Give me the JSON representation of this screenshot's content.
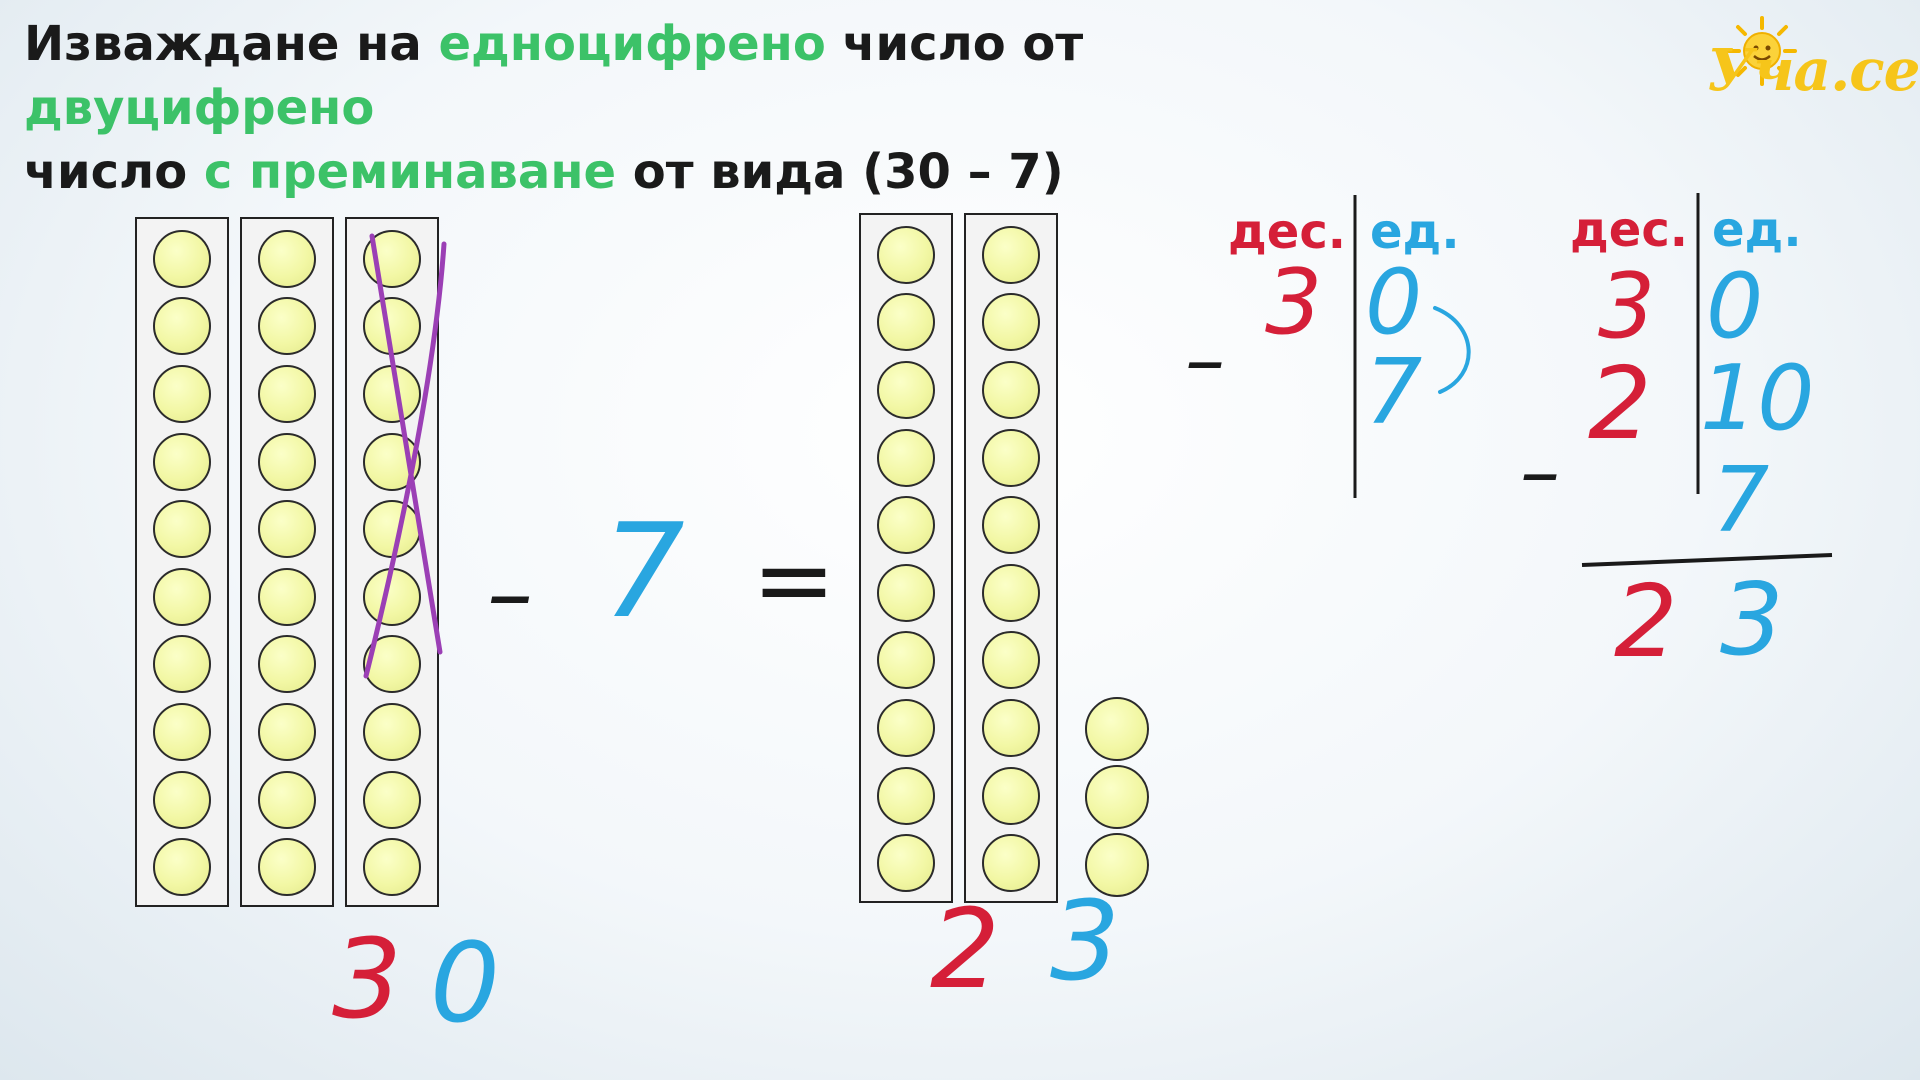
{
  "title": {
    "part1": "Изваждане на ",
    "part2": "едноцифрено",
    "part3": " число от ",
    "part4": "двуцифрено",
    "part5": "число ",
    "part6": "с преминаване",
    "part7": " от вида (30 – 7)"
  },
  "logo": {
    "text": "Уча.се",
    "icon": "sun-icon"
  },
  "left_group": {
    "columns": 3,
    "beads_per_column": 10,
    "crossed_column": 3,
    "label_tens": "3",
    "label_units": "0"
  },
  "operator_minus": "–",
  "subtrahend": "7",
  "equals": "=",
  "right_group": {
    "columns": 2,
    "beads_per_column": 10,
    "loose_beads": 3,
    "label_tens": "2",
    "label_units": "3"
  },
  "table1": {
    "header_tens": "дес.",
    "header_units": "ед.",
    "minus": "–",
    "top_tens": "3",
    "top_units": "0",
    "sub_units": "7"
  },
  "table2": {
    "header_tens": "дес.",
    "header_units": "ед.",
    "minus": "–",
    "top_tens": "3",
    "top_units": "0",
    "regroup_tens": "2",
    "regroup_units": "10",
    "sub_units": "7",
    "result_tens": "2",
    "result_units": "3"
  },
  "colors": {
    "tens": "#d51f38",
    "units": "#29a6e0",
    "highlight": "#3cc268",
    "bead": "#f2f7a4",
    "cross": "#9b3fb5"
  }
}
